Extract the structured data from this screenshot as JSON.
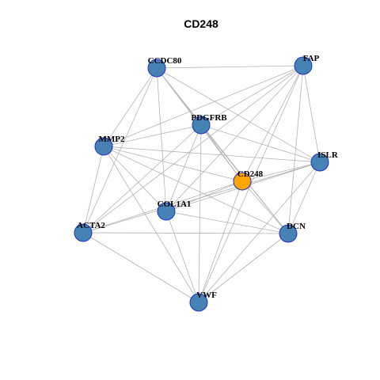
{
  "title": "CD248",
  "colors": {
    "node_fill": "#4682b4",
    "hub_fill": "#ffa500",
    "node_stroke": "#1f30c8",
    "edge": "#b3b3b3"
  },
  "nodes": [
    {
      "id": "CCDC80",
      "label": "CCDC80",
      "hub": false
    },
    {
      "id": "FAP",
      "label": "FAP",
      "hub": false
    },
    {
      "id": "PDGFRB",
      "label": "PDGFRB",
      "hub": false
    },
    {
      "id": "MMP2",
      "label": "MMP2",
      "hub": false
    },
    {
      "id": "ISLR",
      "label": "ISLR",
      "hub": false
    },
    {
      "id": "CD248",
      "label": "CD248",
      "hub": true
    },
    {
      "id": "COL1A1",
      "label": "COL1A1",
      "hub": false
    },
    {
      "id": "ACTA2",
      "label": "ACTA2",
      "hub": false
    },
    {
      "id": "DCN",
      "label": "DCN",
      "hub": false
    },
    {
      "id": "VWF",
      "label": "VWF",
      "hub": false
    }
  ],
  "edges": [
    [
      "CCDC80",
      "FAP"
    ],
    [
      "CCDC80",
      "PDGFRB"
    ],
    [
      "CCDC80",
      "MMP2"
    ],
    [
      "CCDC80",
      "ISLR"
    ],
    [
      "CCDC80",
      "CD248"
    ],
    [
      "CCDC80",
      "COL1A1"
    ],
    [
      "CCDC80",
      "ACTA2"
    ],
    [
      "CCDC80",
      "DCN"
    ],
    [
      "FAP",
      "PDGFRB"
    ],
    [
      "FAP",
      "MMP2"
    ],
    [
      "FAP",
      "ISLR"
    ],
    [
      "FAP",
      "CD248"
    ],
    [
      "FAP",
      "COL1A1"
    ],
    [
      "FAP",
      "ACTA2"
    ],
    [
      "FAP",
      "DCN"
    ],
    [
      "FAP",
      "VWF"
    ],
    [
      "PDGFRB",
      "MMP2"
    ],
    [
      "PDGFRB",
      "ISLR"
    ],
    [
      "PDGFRB",
      "CD248"
    ],
    [
      "PDGFRB",
      "COL1A1"
    ],
    [
      "PDGFRB",
      "ACTA2"
    ],
    [
      "PDGFRB",
      "DCN"
    ],
    [
      "PDGFRB",
      "VWF"
    ],
    [
      "MMP2",
      "ISLR"
    ],
    [
      "MMP2",
      "CD248"
    ],
    [
      "MMP2",
      "COL1A1"
    ],
    [
      "MMP2",
      "ACTA2"
    ],
    [
      "MMP2",
      "DCN"
    ],
    [
      "MMP2",
      "VWF"
    ],
    [
      "ISLR",
      "CD248"
    ],
    [
      "ISLR",
      "COL1A1"
    ],
    [
      "ISLR",
      "ACTA2"
    ],
    [
      "ISLR",
      "DCN"
    ],
    [
      "ISLR",
      "VWF"
    ],
    [
      "CD248",
      "COL1A1"
    ],
    [
      "CD248",
      "ACTA2"
    ],
    [
      "CD248",
      "DCN"
    ],
    [
      "CD248",
      "VWF"
    ],
    [
      "COL1A1",
      "DCN"
    ],
    [
      "COL1A1",
      "VWF"
    ],
    [
      "ACTA2",
      "DCN"
    ],
    [
      "ACTA2",
      "VWF"
    ],
    [
      "DCN",
      "VWF"
    ]
  ]
}
